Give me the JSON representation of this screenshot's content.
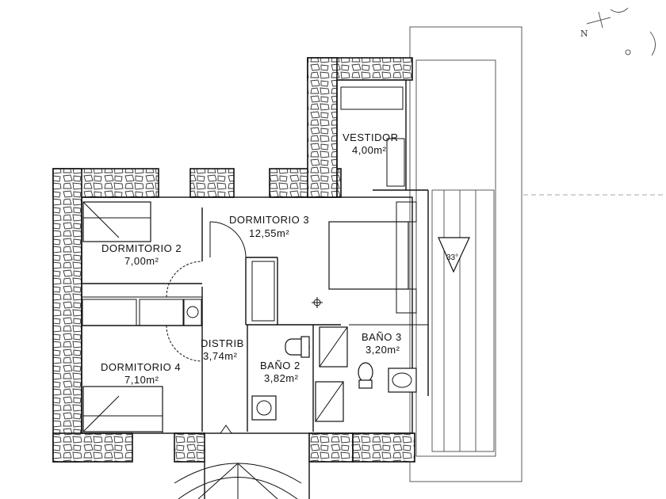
{
  "rooms": {
    "vestidor": {
      "name": "VESTIDOR",
      "area": "4,00m²"
    },
    "dormitorio3": {
      "name": "DORMITORIO 3",
      "area": "12,55m²"
    },
    "dormitorio2": {
      "name": "DORMITORIO 2",
      "area": "7,00m²"
    },
    "distrib": {
      "name": "DISTRIB",
      "area": "3,74m²"
    },
    "bano2": {
      "name": "BAÑO 2",
      "area": "3,82m²"
    },
    "bano3": {
      "name": "BAÑO 3",
      "area": "3,20m²"
    },
    "dormitorio4": {
      "name": "DORMITORIO 4",
      "area": "7,10m²"
    }
  },
  "roof_slope": "33°",
  "north_mark": "N"
}
